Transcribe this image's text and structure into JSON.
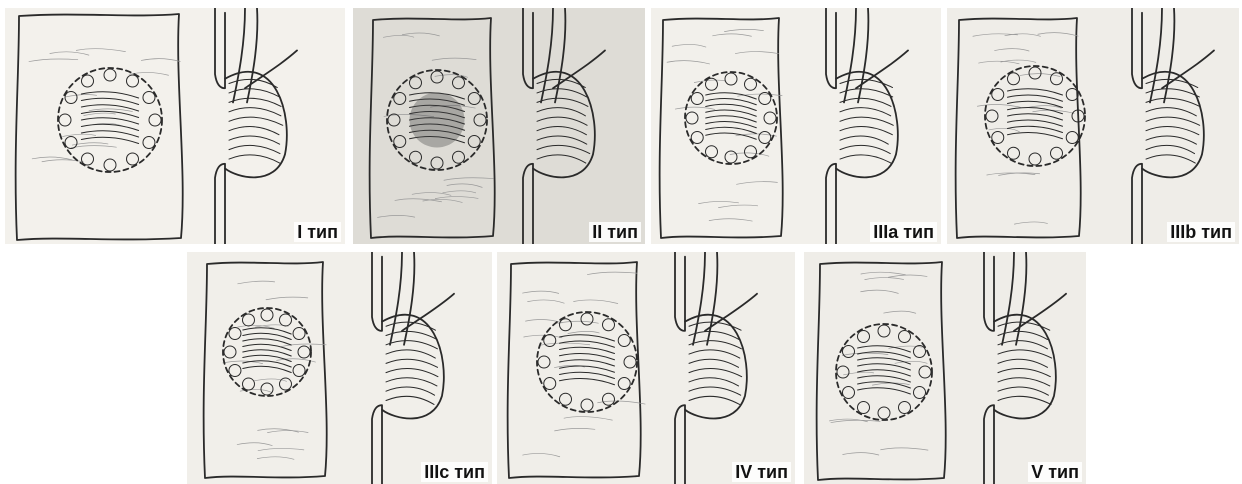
{
  "figure": {
    "panels": [
      {
        "id": "type-1",
        "label": "I тип",
        "bg": "#f3f1ec",
        "shade": 0.05
      },
      {
        "id": "type-2",
        "label": "II тип",
        "bg": "#dedcd6",
        "shade": 0.35
      },
      {
        "id": "type-3a",
        "label": "IIIa тип",
        "bg": "#f2f0eb",
        "shade": 0.12
      },
      {
        "id": "type-3b",
        "label": "IIIb тип",
        "bg": "#efede8",
        "shade": 0.1
      },
      {
        "id": "type-3c",
        "label": "IIIc тип",
        "bg": "#f1efea",
        "shade": 0.12
      },
      {
        "id": "type-4",
        "label": "IV тип",
        "bg": "#f0eee9",
        "shade": 0.1
      },
      {
        "id": "type-5",
        "label": "V тип",
        "bg": "#efede8",
        "shade": 0.1
      }
    ]
  }
}
